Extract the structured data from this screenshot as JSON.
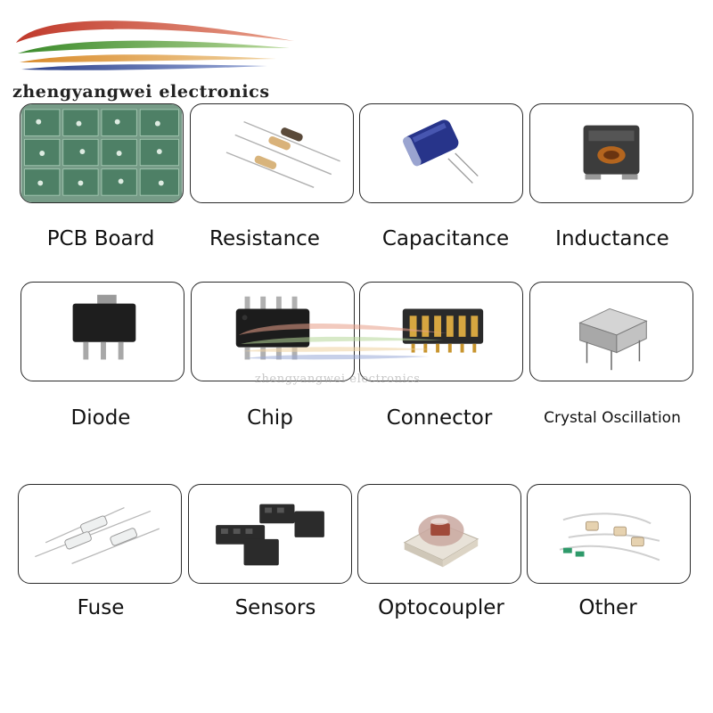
{
  "brand": {
    "name": "zhengyangwei electronics"
  },
  "watermark": {
    "text": "zhengyangwei electronics"
  },
  "categories": [
    {
      "label": "PCB Board",
      "icon": "pcb-board-icon"
    },
    {
      "label": "Resistance",
      "icon": "resistor-icon"
    },
    {
      "label": "Capacitance",
      "icon": "capacitor-icon"
    },
    {
      "label": "Inductance",
      "icon": "inductor-icon"
    },
    {
      "label": "Diode",
      "icon": "diode-icon"
    },
    {
      "label": "Chip",
      "icon": "chip-icon"
    },
    {
      "label": "Connector",
      "icon": "connector-icon"
    },
    {
      "label": "Crystal Oscillation",
      "icon": "crystal-oscillator-icon"
    },
    {
      "label": "Fuse",
      "icon": "fuse-icon"
    },
    {
      "label": "Sensors",
      "icon": "sensor-icon"
    },
    {
      "label": "Optocoupler",
      "icon": "optocoupler-icon"
    },
    {
      "label": "Other",
      "icon": "other-components-icon"
    }
  ]
}
